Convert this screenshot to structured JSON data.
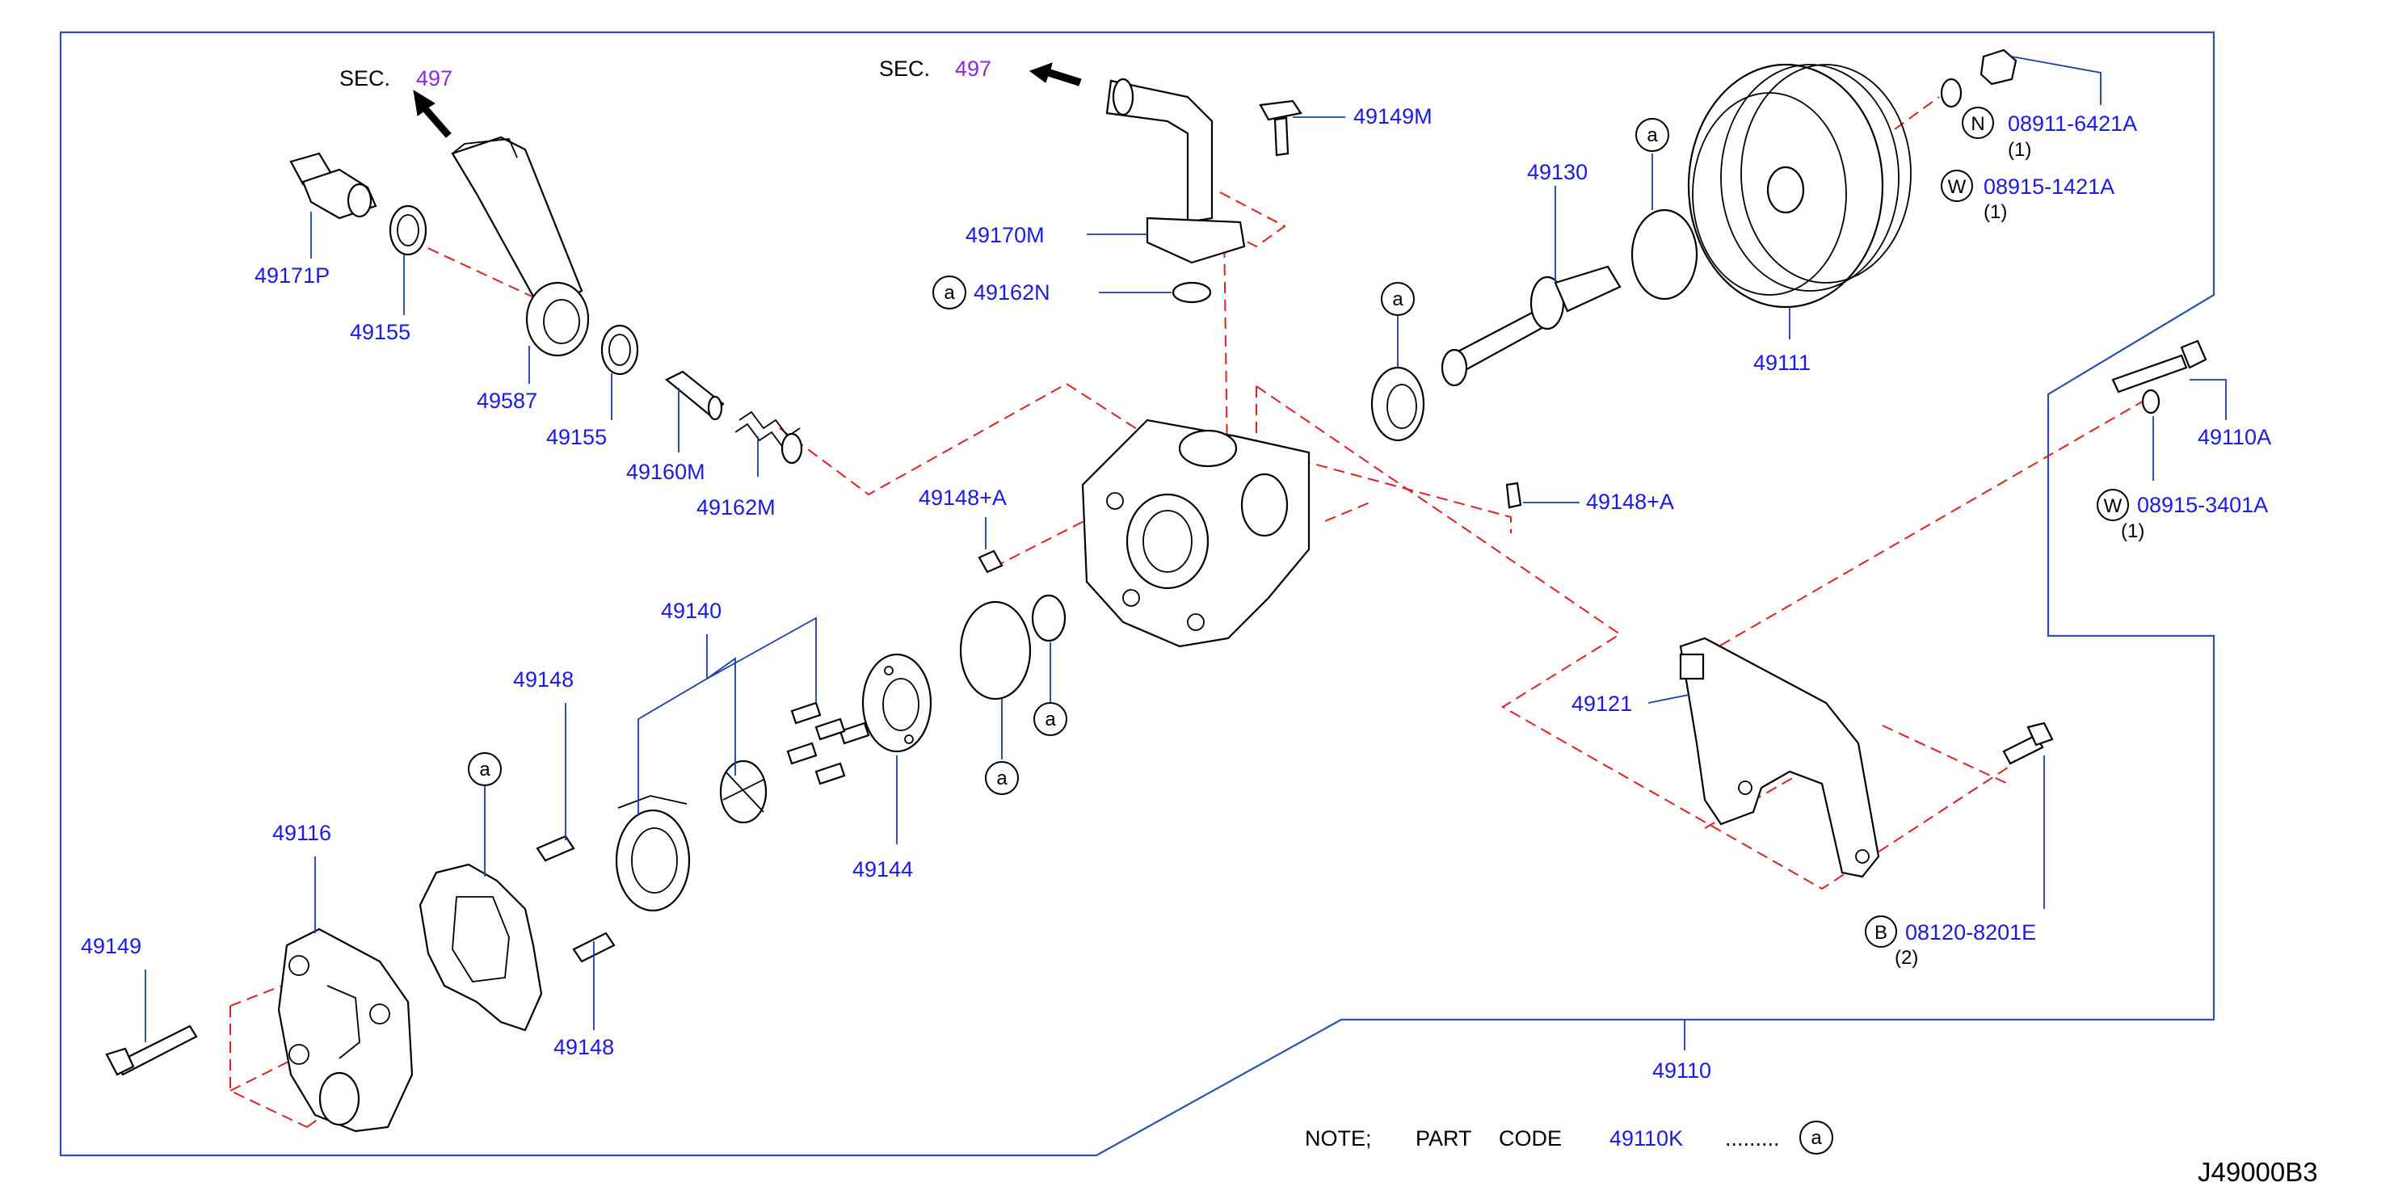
{
  "diagram_code": "J49000B3",
  "sec_labels": [
    {
      "prefix": "SEC.",
      "number": "497"
    },
    {
      "prefix": "SEC.",
      "number": "497"
    }
  ],
  "part_numbers": {
    "p49171P": "49171P",
    "p49155a": "49155",
    "p49587": "49587",
    "p49155b": "49155",
    "p49160M": "49160M",
    "p49162M": "49162M",
    "p49170M": "49170M",
    "p49162N": "49162N",
    "p49149M": "49149M",
    "p49148A_left": "49148+A",
    "p49148A_right": "49148+A",
    "p49130": "49130",
    "p49111": "49111",
    "p08911": "08911-6421A",
    "p08915_1421": "08915-1421A",
    "p49110A": "49110A",
    "p08915_3401": "08915-3401A",
    "p49121": "49121",
    "p08120": "08120-8201E",
    "p49110": "49110",
    "p49140": "49140",
    "p49148_top": "49148",
    "p49148_bottom": "49148",
    "p49144": "49144",
    "p49116": "49116",
    "p49149": "49149"
  },
  "quantities": {
    "q08911": "(1)",
    "q08915_1421": "(1)",
    "q08915_3401": "(1)",
    "q08120": "(2)"
  },
  "prefix_letters": {
    "n": "N",
    "w1": "W",
    "w2": "W",
    "b": "B",
    "a": "a"
  },
  "note": {
    "label": "NOTE;",
    "part": "PART",
    "code": "CODE",
    "code_value": "49110K",
    "dots": ".........",
    "marker": "a"
  },
  "colors": {
    "part_number": "#1a1ae6",
    "sec_number": "#8a2be2",
    "leader": "#1a3fa8",
    "dashed_guide": "#e02020"
  }
}
